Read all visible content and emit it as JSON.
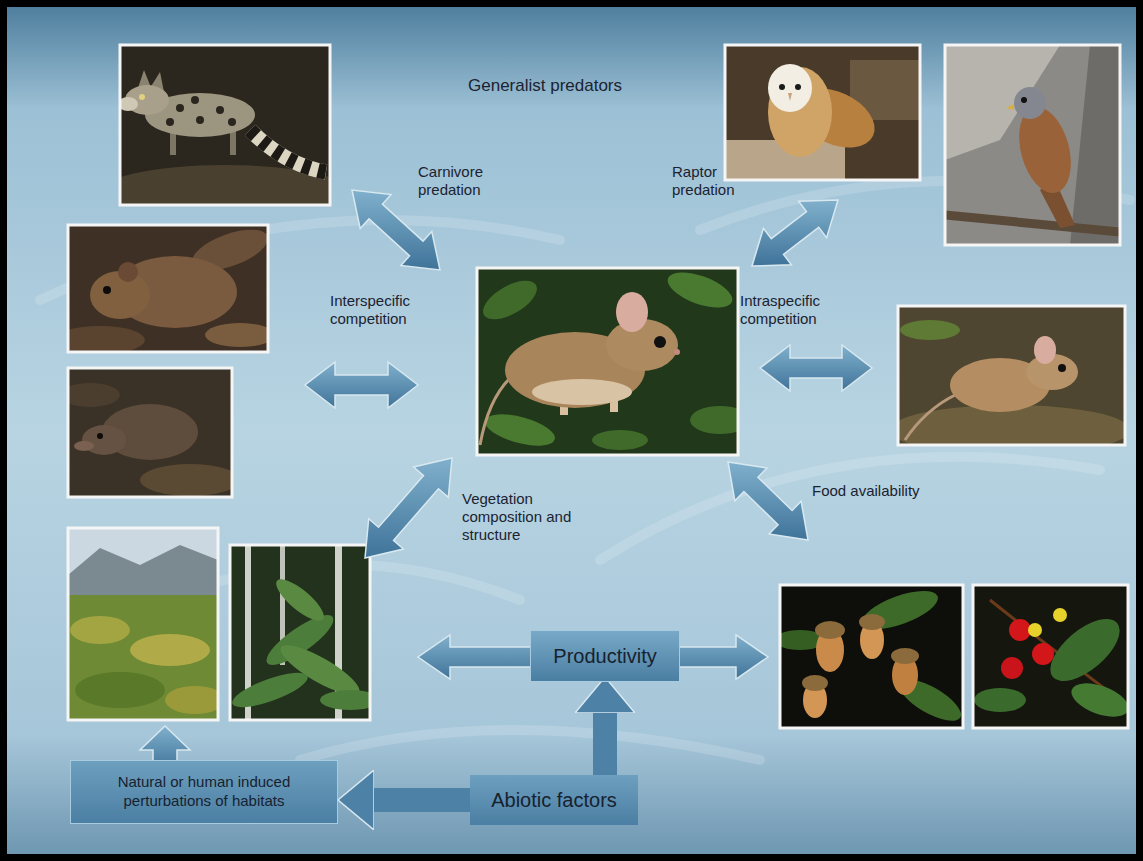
{
  "diagram": {
    "nodes": [
      {
        "text": [
          "Productivity"
        ]
      },
      {
        "text": [
          "Natural or human induced perturbations of habitats"
        ]
      },
      {
        "text": [
          "Abiotic factors"
        ]
      }
    ],
    "edges": [
      {
        "from": 2,
        "to": 0,
        "arrow": "to"
      },
      {
        "from": 2,
        "to": 1,
        "arrow": "to"
      }
    ],
    "labels": [
      "Generalist predators",
      "Carnivore predation",
      "Raptor predation",
      "Interspecific competition",
      "Intraspecific competition",
      "Vegetation composition and structure",
      "Food availability"
    ]
  }
}
